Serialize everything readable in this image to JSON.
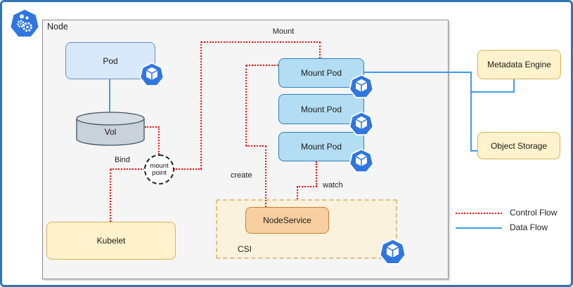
{
  "diagram": {
    "node": {
      "label": "Node"
    },
    "boxes": {
      "pod": {
        "label": "Pod"
      },
      "vol": {
        "label": "Vol"
      },
      "kubelet": {
        "label": "Kubelet"
      },
      "mount_pods": [
        {
          "label": "Mount Pod"
        },
        {
          "label": "Mount Pod"
        },
        {
          "label": "Mount Pod"
        }
      ],
      "node_service": {
        "label": "NodeService"
      },
      "csi": {
        "label": "CSI"
      },
      "metadata_engine": {
        "label": "Metadata Engine"
      },
      "object_storage": {
        "label": "Object Storage"
      },
      "mount_point": {
        "label": "mount point"
      }
    },
    "edge_labels": {
      "mount": "Mount",
      "bind": "Bind",
      "create": "create",
      "watch": "watch"
    },
    "legend": {
      "control_flow_label": "Control Flow",
      "data_flow_label": "Data Flow"
    },
    "icons": {
      "kubernetes_node": "kubernetes-node-icon",
      "pod": "pod-icon"
    },
    "colors": {
      "control_flow": "#FF0D0D",
      "data_flow": "#3E9BEA",
      "k8s_blue": "#2F76E0",
      "pod_fill": "#DAE8FC",
      "pod_border": "#6C8EBF",
      "mount_pod_fill": "#B3DDF2",
      "mount_pod_border": "#2E7FBE",
      "yellow_fill": "#FFF2CC",
      "yellow_border": "#D6B656",
      "orange_fill": "#F8CFA0",
      "orange_border": "#C77F33",
      "csi_fill": "#FAF2DC",
      "csi_border": "#D9C285",
      "frame": "#2E75B6"
    }
  }
}
